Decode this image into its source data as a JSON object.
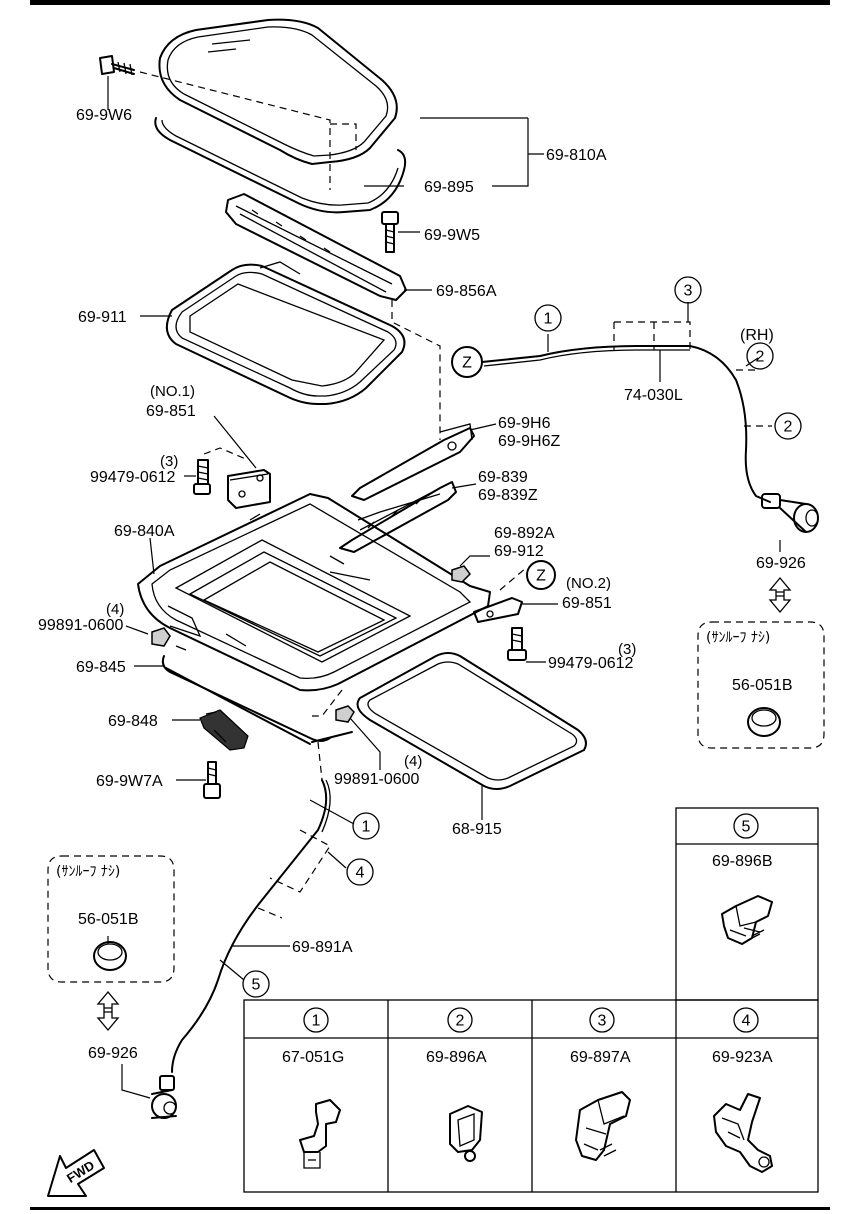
{
  "labels": {
    "bolt_top": "69-9W6",
    "glass_assy": "69-810A",
    "seal": "69-895",
    "bolt_w5": "69-9W5",
    "deflector": "69-856A",
    "frame_upper": "69-911",
    "cable_assy_rh": "74-030L",
    "rh": "(RH)",
    "guide_h6": "69-9H6",
    "guide_h6z": "69-9H6Z",
    "bracket_no1_qualifier": "(NO.1)",
    "bracket_no1": "69-851",
    "screw_qty_1": "(3)",
    "screw_1": "99479-0612",
    "rail_839": "69-839",
    "rail_839z": "69-839Z",
    "housing": "69-840A",
    "nut_892a": "69-892A",
    "nut_912": "69-912",
    "bracket_no2_qualifier": "(NO.2)",
    "bracket_no2": "69-851",
    "nut_qty_1": "(4)",
    "nut_1": "99891-0600",
    "screw_qty_2": "(3)",
    "screw_2": "99479-0612",
    "drain_hose": "69-845",
    "motor": "69-848",
    "bolt_w7a": "69-9W7A",
    "nut_qty_2": "(4)",
    "nut_2": "99891-0600",
    "weatherstrip": "68-915",
    "drain_hose_lower": "69-891A",
    "grommet_rh": "69-926",
    "plug_rh": "56-051B",
    "plug_lh": "56-051B",
    "grommet_lh": "69-926",
    "jp_note_rh": "(ｻﾝﾙｰﾌ ﾅｼ)",
    "jp_note_lh": "(ｻﾝﾙｰﾌ ﾅｼ)",
    "fwd": "FWD",
    "z_marker": "Z"
  },
  "callouts": {
    "c1": "1",
    "c2": "2",
    "c3": "3",
    "c4": "4",
    "c5": "5"
  },
  "clip_table": {
    "top": {
      "number": "5",
      "part": "69-896B"
    },
    "cells": [
      {
        "number": "1",
        "part": "67-051G"
      },
      {
        "number": "2",
        "part": "69-896A"
      },
      {
        "number": "3",
        "part": "69-897A"
      },
      {
        "number": "4",
        "part": "69-923A"
      }
    ]
  }
}
